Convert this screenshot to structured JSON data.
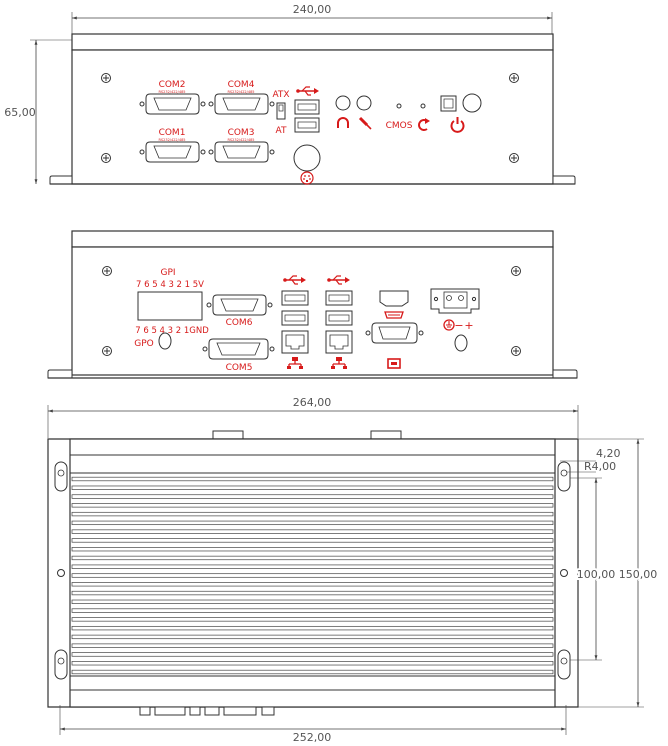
{
  "front_view": {
    "width_dim": "240,00",
    "height_dim": "65,00",
    "com2": {
      "label": "COM2",
      "sub": "RS232/422/485"
    },
    "com4": {
      "label": "COM4",
      "sub": "RS232/422/485"
    },
    "com1": {
      "label": "COM1",
      "sub": "RS232/422/485"
    },
    "com3": {
      "label": "COM3",
      "sub": "RS232/422/485"
    },
    "atx": "ATX",
    "at": "AT",
    "cmos": "CMOS"
  },
  "rear_view": {
    "gpi": "GPI",
    "gpi_pins": "7 6 5 4 3 2 1 5V",
    "gpo_pins": "7  6 5 4 3 2 1GND",
    "gpo": "GPO",
    "com6": "COM6",
    "com5": "COM5",
    "power_minus": "−",
    "power_plus": "+"
  },
  "top_view": {
    "width_outer": "264,00",
    "width_inner": "252,00",
    "depth_outer": "150,00",
    "depth_inner": "100,00",
    "offset": "4,20",
    "radius": "R4,00"
  },
  "colors": {
    "accent": "#d71a1a",
    "line": "#333333"
  }
}
